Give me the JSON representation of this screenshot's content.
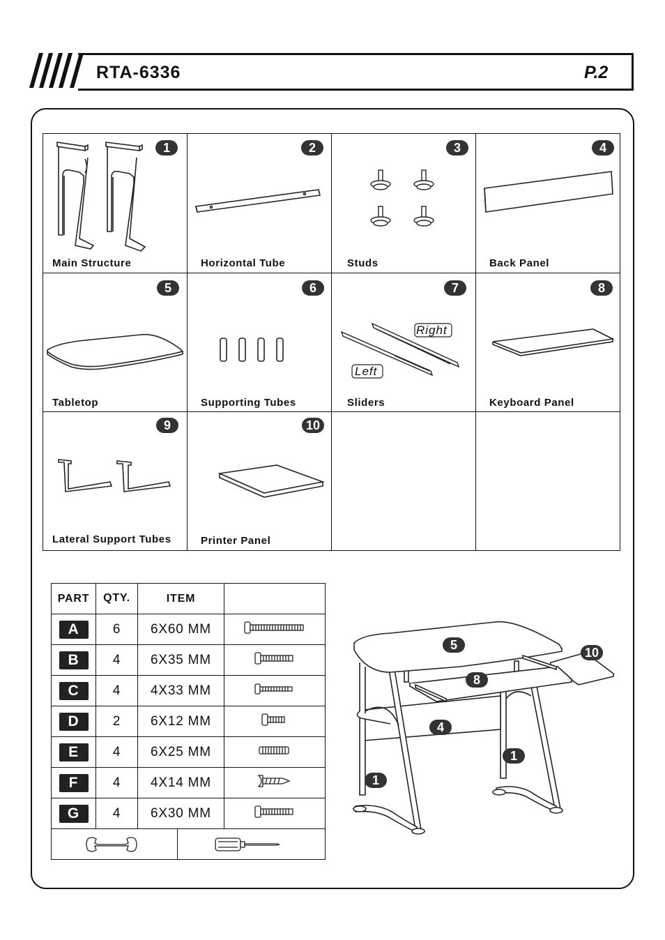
{
  "header": {
    "model": "RTA-6336",
    "page": "P.2"
  },
  "parts": [
    {
      "num": "1",
      "label": "Main Structure"
    },
    {
      "num": "2",
      "label": "Horizontal Tube"
    },
    {
      "num": "3",
      "label": "Studs"
    },
    {
      "num": "4",
      "label": "Back Panel"
    },
    {
      "num": "5",
      "label": "Tabletop"
    },
    {
      "num": "6",
      "label": "Supporting Tubes"
    },
    {
      "num": "7",
      "label": "Sliders",
      "right_label": "Right",
      "left_label": "Left"
    },
    {
      "num": "8",
      "label": "Keyboard Panel"
    },
    {
      "num": "9",
      "label": "Lateral Support Tubes"
    },
    {
      "num": "10",
      "label": "Printer Panel"
    }
  ],
  "hardware": {
    "headers": {
      "part": "PART",
      "qty": "QTY.",
      "item": "ITEM"
    },
    "rows": [
      {
        "part": "A",
        "qty": "6",
        "item": "6X60  MM"
      },
      {
        "part": "B",
        "qty": "4",
        "item": "6X35 MM"
      },
      {
        "part": "C",
        "qty": "4",
        "item": "4X33 MM"
      },
      {
        "part": "D",
        "qty": "2",
        "item": "6X12 MM"
      },
      {
        "part": "E",
        "qty": "4",
        "item": "6X25 MM"
      },
      {
        "part": "F",
        "qty": "4",
        "item": "4X14 MM"
      },
      {
        "part": "G",
        "qty": "4",
        "item": "6X30 MM"
      }
    ],
    "tools": [
      "wrench-icon",
      "screwdriver-icon"
    ]
  },
  "assembly_callouts": [
    "5",
    "10",
    "8",
    "4",
    "1",
    "1"
  ]
}
